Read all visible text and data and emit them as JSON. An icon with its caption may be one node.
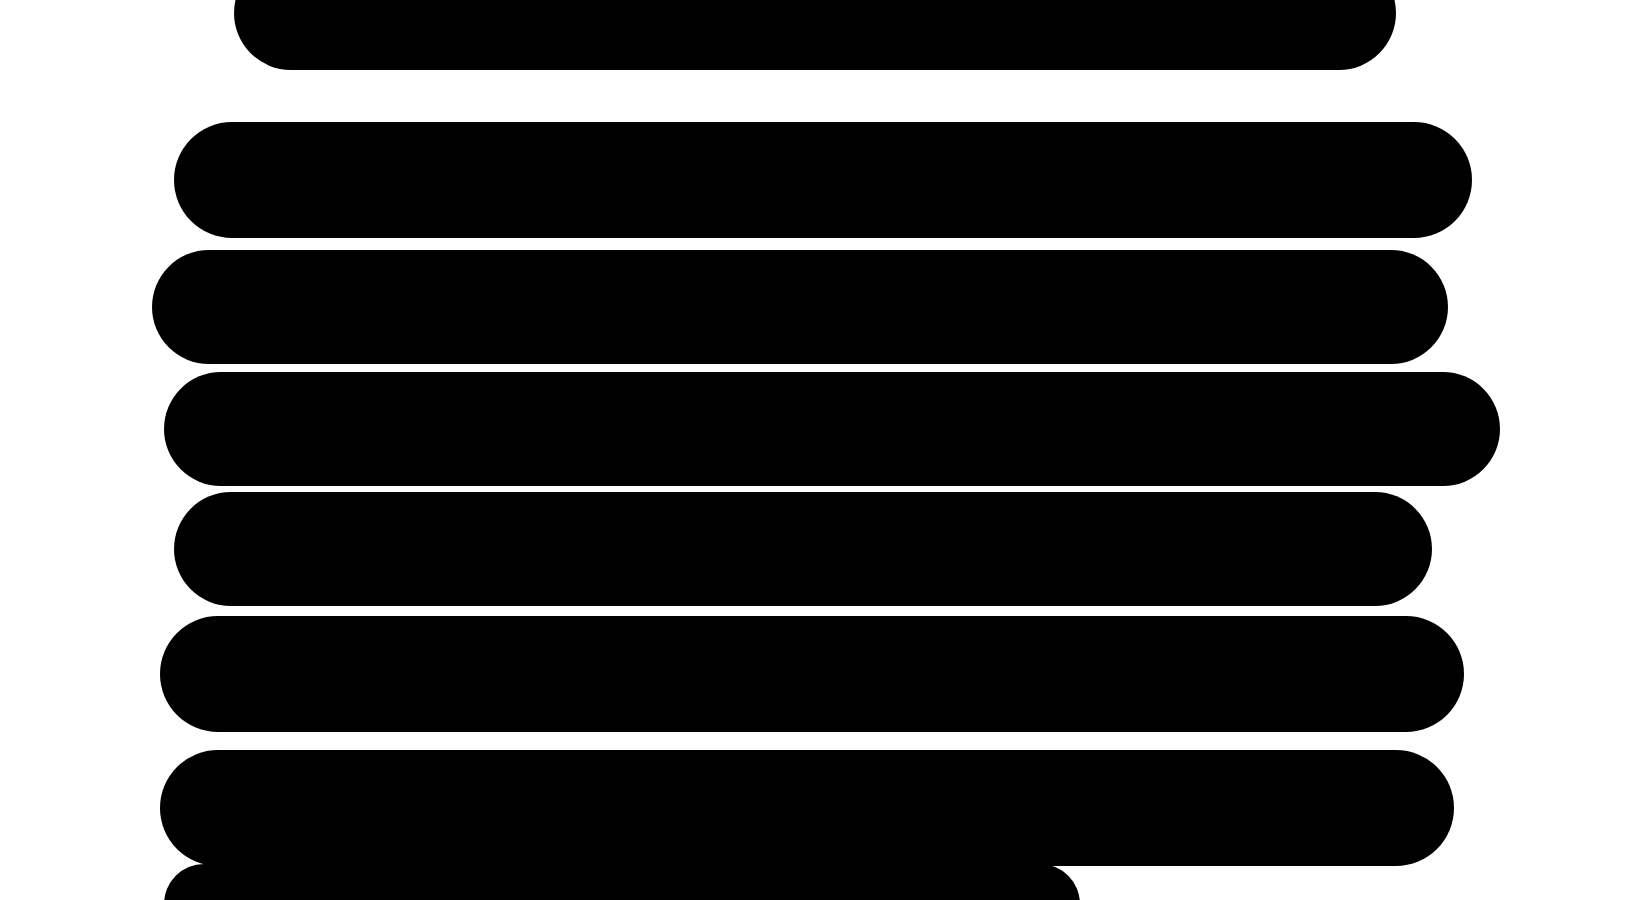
{
  "diagram": {
    "nodes": [
      {
        "text": [],
        "shape": "bar"
      },
      {
        "text": [],
        "shape": "bar"
      },
      {
        "text": [],
        "shape": "bar"
      },
      {
        "text": [],
        "shape": "bar"
      },
      {
        "text": [],
        "shape": "bar"
      },
      {
        "text": [],
        "shape": "bar"
      },
      {
        "text": [],
        "shape": "bar"
      },
      {
        "text": [],
        "shape": "bar"
      }
    ]
  }
}
